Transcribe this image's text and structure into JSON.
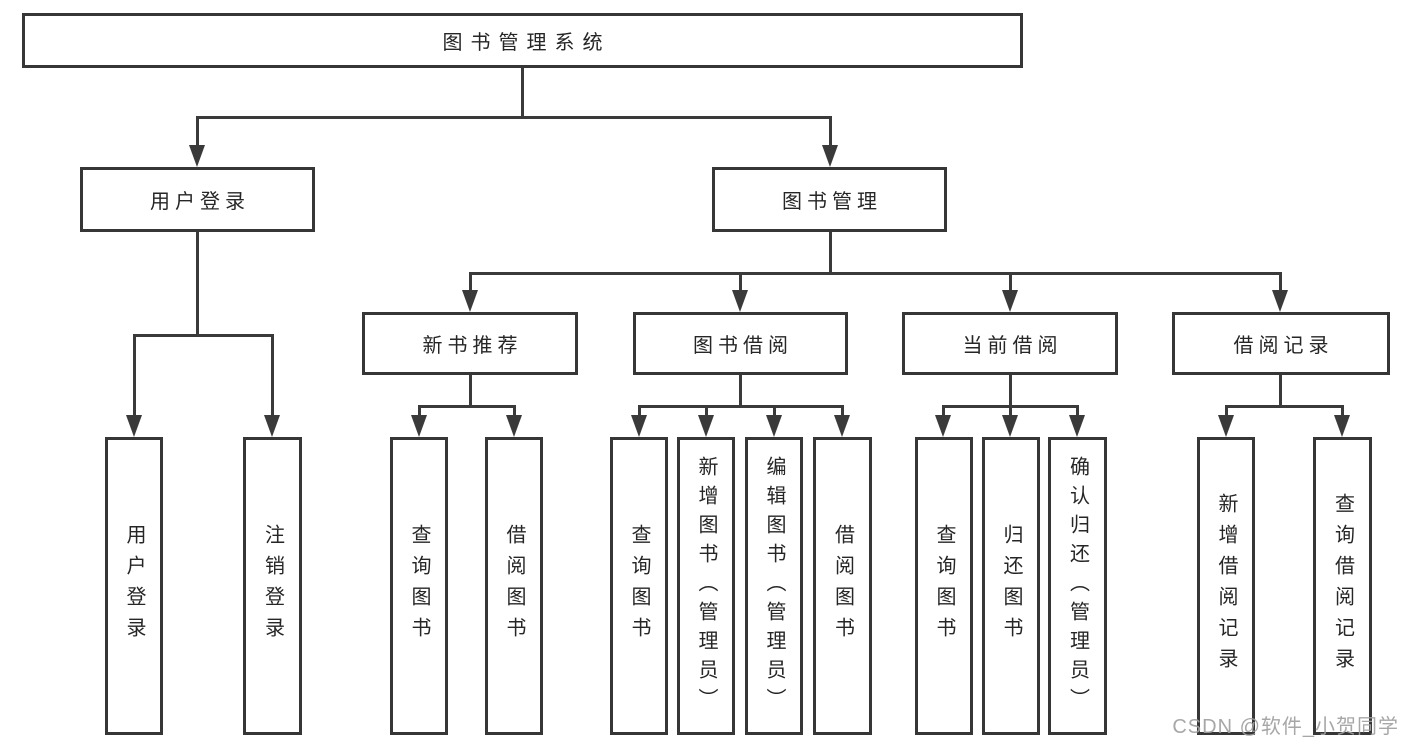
{
  "diagram_title": "图书管理系统",
  "nodes": {
    "root": {
      "label": "图书管理系统"
    },
    "user_login": {
      "label": "用户登录"
    },
    "book_mgmt": {
      "label": "图书管理"
    },
    "new_books": {
      "label": "新书推荐"
    },
    "book_borrow": {
      "label": "图书借阅"
    },
    "current_borrow": {
      "label": "当前借阅"
    },
    "borrow_records": {
      "label": "借阅记录"
    },
    "leaf_user_login": {
      "label": "用户登录"
    },
    "leaf_logout": {
      "label": "注销登录"
    },
    "leaf_nb_query": {
      "label": "查询图书"
    },
    "leaf_nb_borrow": {
      "label": "借阅图书"
    },
    "leaf_bb_query": {
      "label": "查询图书"
    },
    "leaf_bb_add": {
      "label": "新增图书（管理员）"
    },
    "leaf_bb_edit": {
      "label": "编辑图书（管理员）"
    },
    "leaf_bb_borrow": {
      "label": "借阅图书"
    },
    "leaf_cb_query": {
      "label": "查询图书"
    },
    "leaf_cb_return": {
      "label": "归还图书"
    },
    "leaf_cb_confirm": {
      "label": "确认归还（管理员）"
    },
    "leaf_br_add": {
      "label": "新增借阅记录"
    },
    "leaf_br_query": {
      "label": "查询借阅记录"
    }
  },
  "watermark": {
    "text": "CSDN @软件_小贺同学"
  },
  "colors": {
    "line": "#3a3a3a",
    "box_border": "#363636",
    "text": "#262626",
    "watermark": "#a0a0a0",
    "background": "#ffffff"
  }
}
